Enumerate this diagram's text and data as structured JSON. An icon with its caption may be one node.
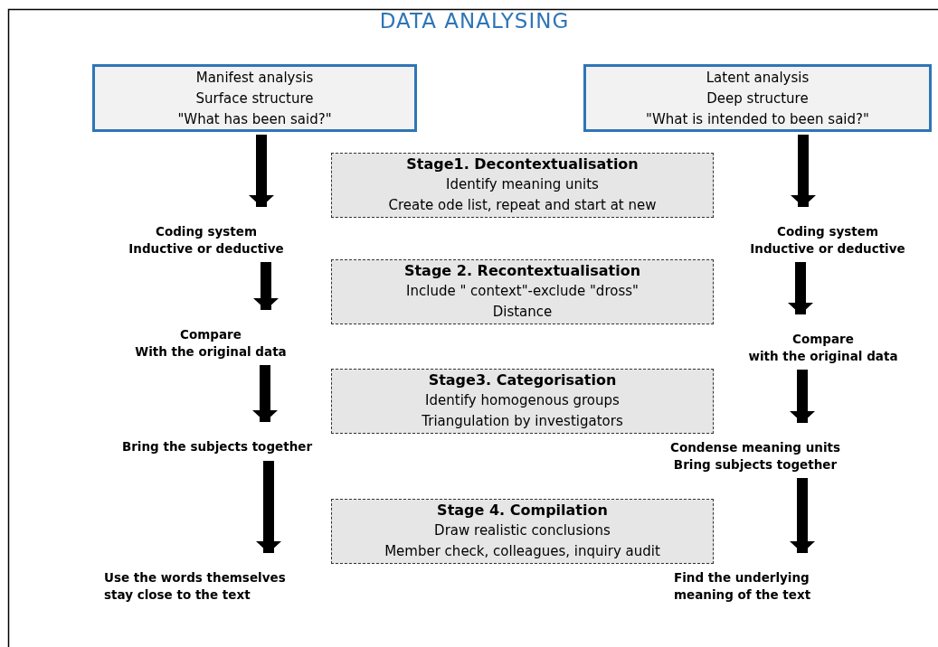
{
  "diagram": {
    "title": "DATA ANALYSING",
    "nodes": [
      {
        "text": [
          "Manifest analysis",
          "Surface structure",
          "\"What has been said?\""
        ]
      },
      {
        "text": [
          "Latent analysis",
          "Deep structure",
          "\"What is intended to been said?\""
        ]
      },
      {
        "text": [
          "Stage1. Decontextualisation",
          "Identify meaning units",
          "Create ode list, repeat and start at new"
        ]
      },
      {
        "text": [
          "Stage 2. Recontextualisation",
          "Include \" context\"-exclude \"dross\"",
          "Distance"
        ]
      },
      {
        "text": [
          "Stage3. Categorisation",
          "Identify homogenous groups",
          "Triangulation by investigators"
        ]
      },
      {
        "text": [
          "Stage 4. Compilation",
          "Draw realistic conclusions",
          "Member check, colleagues, inquiry audit"
        ]
      },
      {
        "text": [
          "Coding system",
          "Inductive or deductive"
        ]
      },
      {
        "text": [
          "Compare",
          "With the original data"
        ]
      },
      {
        "text": [
          "Bring the subjects together"
        ]
      },
      {
        "text": [
          "Use the words themselves",
          "stay close to the text"
        ]
      },
      {
        "text": [
          "Coding system",
          "Inductive or deductive"
        ]
      },
      {
        "text": [
          "Compare",
          "with the original data"
        ]
      },
      {
        "text": [
          "Condense meaning units",
          "Bring subjects together"
        ]
      },
      {
        "text": [
          "Find the underlying",
          "meaning of the text"
        ]
      }
    ],
    "edges": [
      {
        "from": 0,
        "to": 6,
        "arrow": "to"
      },
      {
        "from": 6,
        "to": 7,
        "arrow": "to"
      },
      {
        "from": 7,
        "to": 8,
        "arrow": "to"
      },
      {
        "from": 8,
        "to": 9,
        "arrow": "to"
      },
      {
        "from": 1,
        "to": 10,
        "arrow": "to"
      },
      {
        "from": 10,
        "to": 11,
        "arrow": "to"
      },
      {
        "from": 11,
        "to": 12,
        "arrow": "to"
      },
      {
        "from": 12,
        "to": 13,
        "arrow": "to"
      }
    ]
  }
}
